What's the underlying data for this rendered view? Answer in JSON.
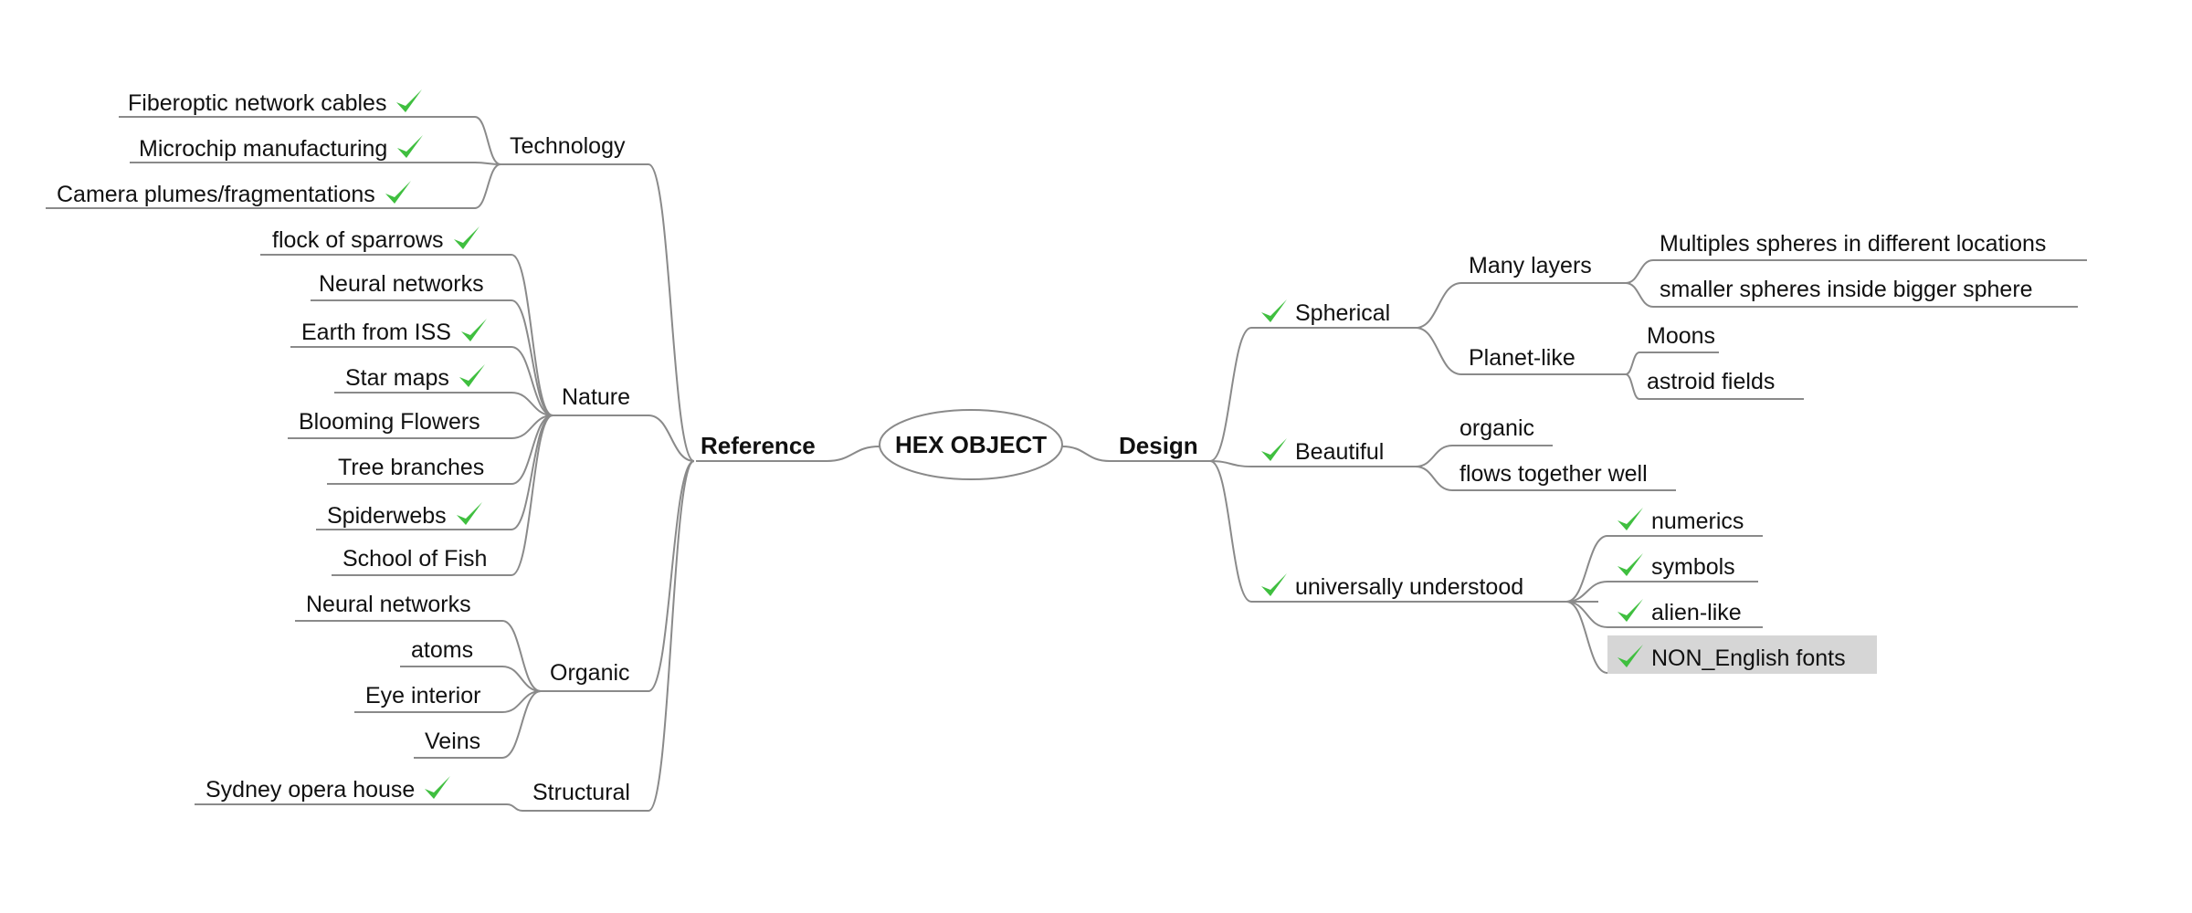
{
  "central_topic": "HEX OBJECT",
  "branches": {
    "reference": {
      "label": "Reference",
      "technology": {
        "label": "Technology",
        "items": [
          {
            "label": "Fiberoptic network cables",
            "checked": true
          },
          {
            "label": "Microchip manufacturing",
            "checked": true
          },
          {
            "label": "Camera plumes/fragmentations",
            "checked": true
          }
        ]
      },
      "nature": {
        "label": "Nature",
        "items": [
          {
            "label": "flock of sparrows",
            "checked": true
          },
          {
            "label": "Neural networks",
            "checked": false
          },
          {
            "label": "Earth from ISS",
            "checked": true
          },
          {
            "label": "Star maps",
            "checked": true
          },
          {
            "label": "Blooming Flowers",
            "checked": false
          },
          {
            "label": "Tree branches",
            "checked": false
          },
          {
            "label": "Spiderwebs",
            "checked": true
          },
          {
            "label": "School of Fish",
            "checked": false
          }
        ]
      },
      "organic": {
        "label": "Organic",
        "items": [
          {
            "label": "Neural networks",
            "checked": false
          },
          {
            "label": "atoms",
            "checked": false
          },
          {
            "label": "Eye interior",
            "checked": false
          },
          {
            "label": "Veins",
            "checked": false
          }
        ]
      },
      "structural": {
        "label": "Structural",
        "items": [
          {
            "label": "Sydney opera house",
            "checked": true
          }
        ]
      }
    },
    "design": {
      "label": "Design",
      "spherical": {
        "label": "Spherical",
        "checked": true,
        "many_layers": {
          "label": "Many layers",
          "items": [
            "Multiples spheres in different locations",
            "smaller spheres inside bigger sphere"
          ]
        },
        "planet_like": {
          "label": "Planet-like",
          "items": [
            "Moons",
            "astroid fields"
          ]
        }
      },
      "beautiful": {
        "label": "Beautiful",
        "checked": true,
        "items": [
          "organic",
          "flows together well"
        ]
      },
      "universal": {
        "label": "universally understood",
        "checked": true,
        "items": [
          {
            "label": "numerics",
            "checked": true
          },
          {
            "label": "symbols",
            "checked": true
          },
          {
            "label": "alien-like",
            "checked": true
          },
          {
            "label": "NON_English fonts",
            "checked": true,
            "selected": true
          }
        ]
      }
    }
  },
  "colors": {
    "line": "#8a8a8a",
    "check_green": "#3fbf3f",
    "selected_bg": "#d6d6d6",
    "text": "#111111"
  }
}
